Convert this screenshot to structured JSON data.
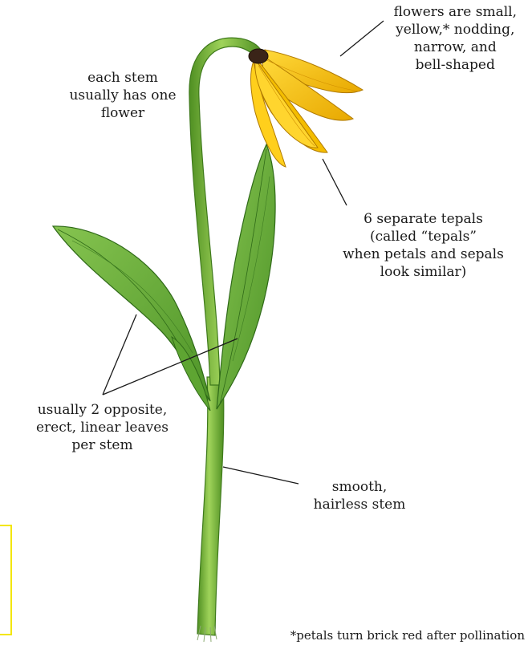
{
  "labels": {
    "flowers": [
      "flowers are small,",
      "yellow,* nodding,",
      "narrow, and",
      "bell-shaped"
    ],
    "stem_flower": [
      "each stem",
      "usually has one",
      "flower"
    ],
    "tepals": [
      "6 separate tepals",
      "(called “tepals”",
      "when petals and sepals",
      "look similar)"
    ],
    "leaves": [
      "usually 2 opposite,",
      "erect, linear leaves",
      "per stem"
    ],
    "smooth": [
      "smooth,",
      "hairless stem"
    ],
    "footnote": "*petals turn brick red after pollination"
  },
  "colors": {
    "stem": "#7cbc3a",
    "stem_dark": "#3f7a1c",
    "leaf": "#6fb23c",
    "leaf_dark": "#2f6a18",
    "petal": "#f5c400",
    "petal_dark": "#e09a00",
    "flower_base": "#3a2418",
    "line": "#1a1a1a",
    "box": "#f3e600"
  }
}
